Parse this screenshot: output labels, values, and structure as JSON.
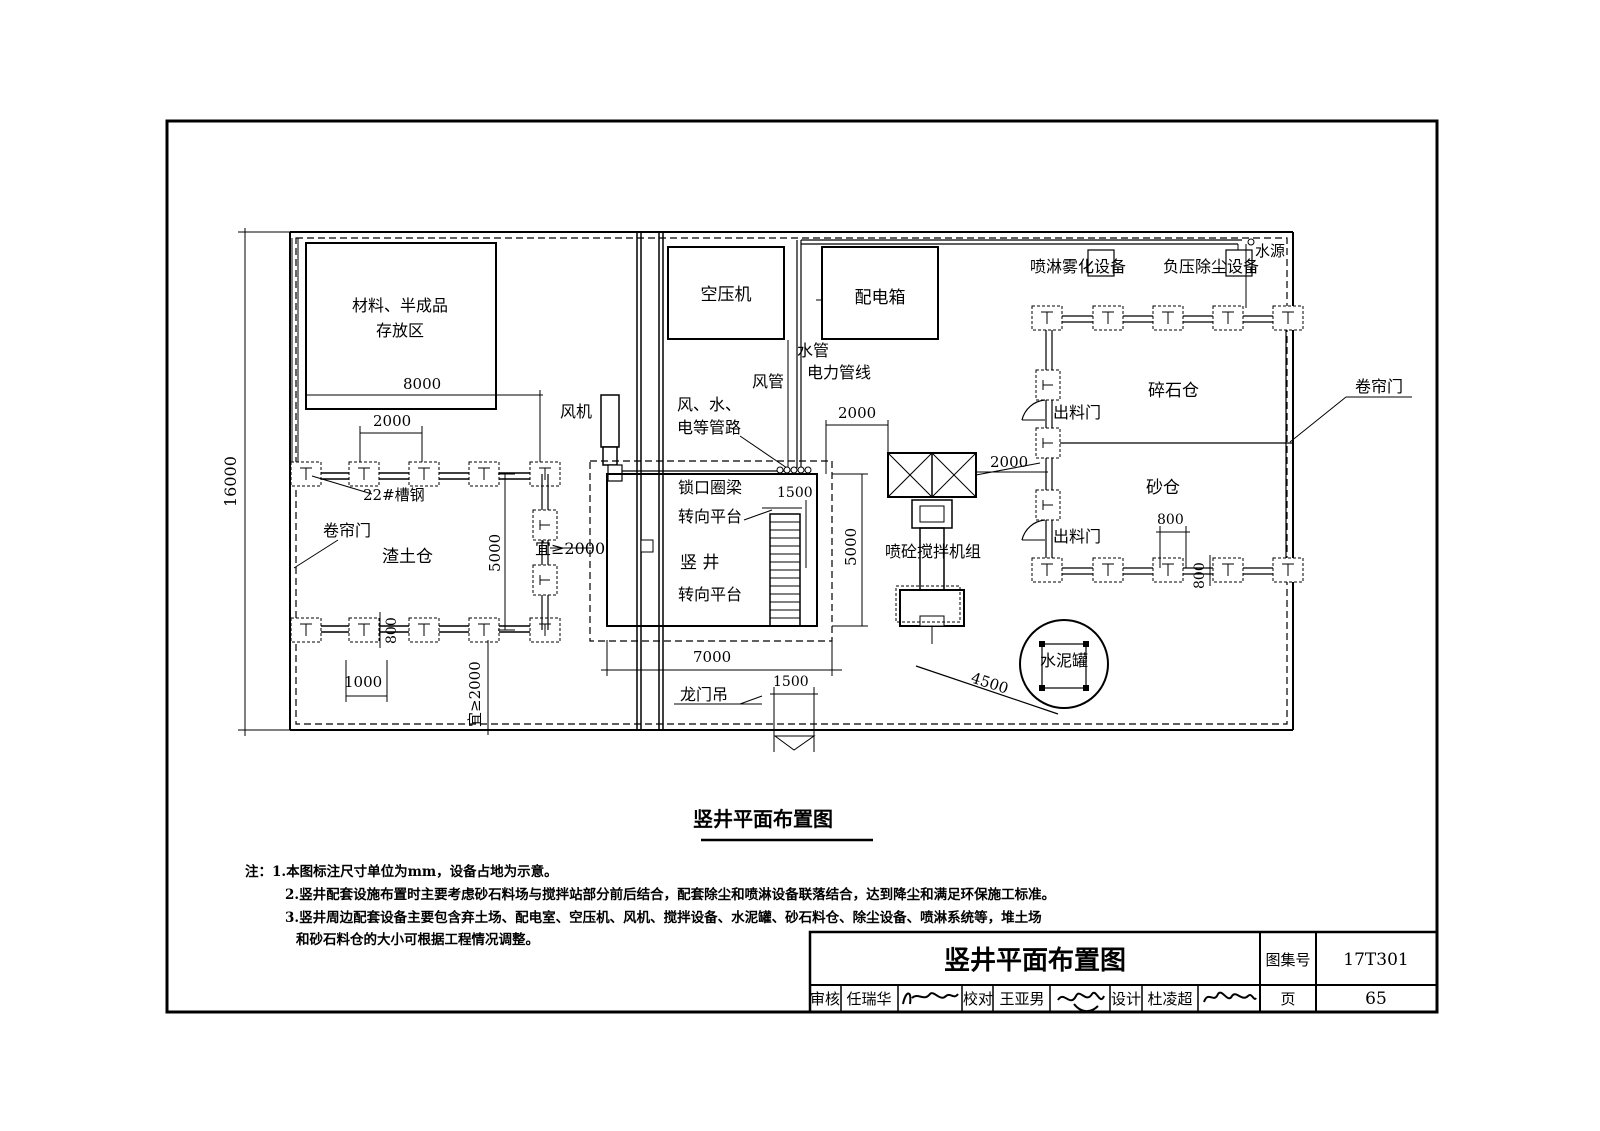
{
  "drawing": {
    "labels": {
      "material_area_l1": "材料、半成品",
      "material_area_l2": "存放区",
      "dim_8000": "8000",
      "dim_2000_top": "2000",
      "fan": "风机",
      "compressor": "空压机",
      "distribution_box": "配电箱",
      "water_pipe": "水管",
      "power_line": "电力管线",
      "air_duct": "风管",
      "pipes_l1": "风、水、",
      "pipes_l2": "电等管路",
      "dim_2000_mid": "2000",
      "spray_device": "喷淋雾化设备",
      "dust_device": "负压除尘设备",
      "water_source": "水源",
      "gravel_bin": "碎石仓",
      "discharge_door_top": "出料门",
      "roller_door_right": "卷帘门",
      "dim_2000_right": "2000",
      "sand_bin": "砂仓",
      "dim_800_top": "800",
      "discharge_door_bottom": "出料门",
      "dim_800_right": "800",
      "channel_steel": "22#槽钢",
      "roller_door_left": "卷帘门",
      "muck_bin": "渣土仓",
      "dim_5000_left": "5000",
      "dim_gte2000_mid": "宜≥2000",
      "dim_800_left": "800",
      "dim_1000": "1000",
      "dim_gte2000_bottom": "宜≥2000",
      "dim_16000": "16000",
      "lock_beam": "锁口圈梁",
      "dim_1500_top": "1500",
      "turn_platform_top": "转向平台",
      "shaft": "竖    井",
      "turn_platform_bottom": "转向平台",
      "dim_5000_right": "5000",
      "mixer": "喷砼搅拌机组",
      "dim_7000": "7000",
      "gantry_crane": "龙门吊",
      "dim_1500_bottom": "1500",
      "dim_4500": "4500",
      "cement_tank": "水泥罐"
    },
    "title": "竖井平面布置图"
  },
  "notes": {
    "line1": "注：1.本图标注尺寸单位为mm，设备占地为示意。",
    "line2": "2.竖井配套设施布置时主要考虑砂石料场与搅拌站部分前后结合，配套除尘和喷淋设备联落结合，达到降尘和满足环保施工标准。",
    "line3": "3.竖井周边配套设备主要包含弃土场、配电室、空压机、风机、搅拌设备、水泥罐、砂石料仓、除尘设备、喷淋系统等，堆土场",
    "line4": "和砂石料仓的大小可根据工程情况调整。"
  },
  "title_block": {
    "title": "竖井平面布置图",
    "atlas_label": "图集号",
    "atlas_no": "17T301",
    "review_label": "审核",
    "reviewer": "任瑞华",
    "check_label": "校对",
    "checker": "王亚男",
    "design_label": "设计",
    "designer": "杜凌超",
    "page_label": "页",
    "page_no": "65"
  }
}
